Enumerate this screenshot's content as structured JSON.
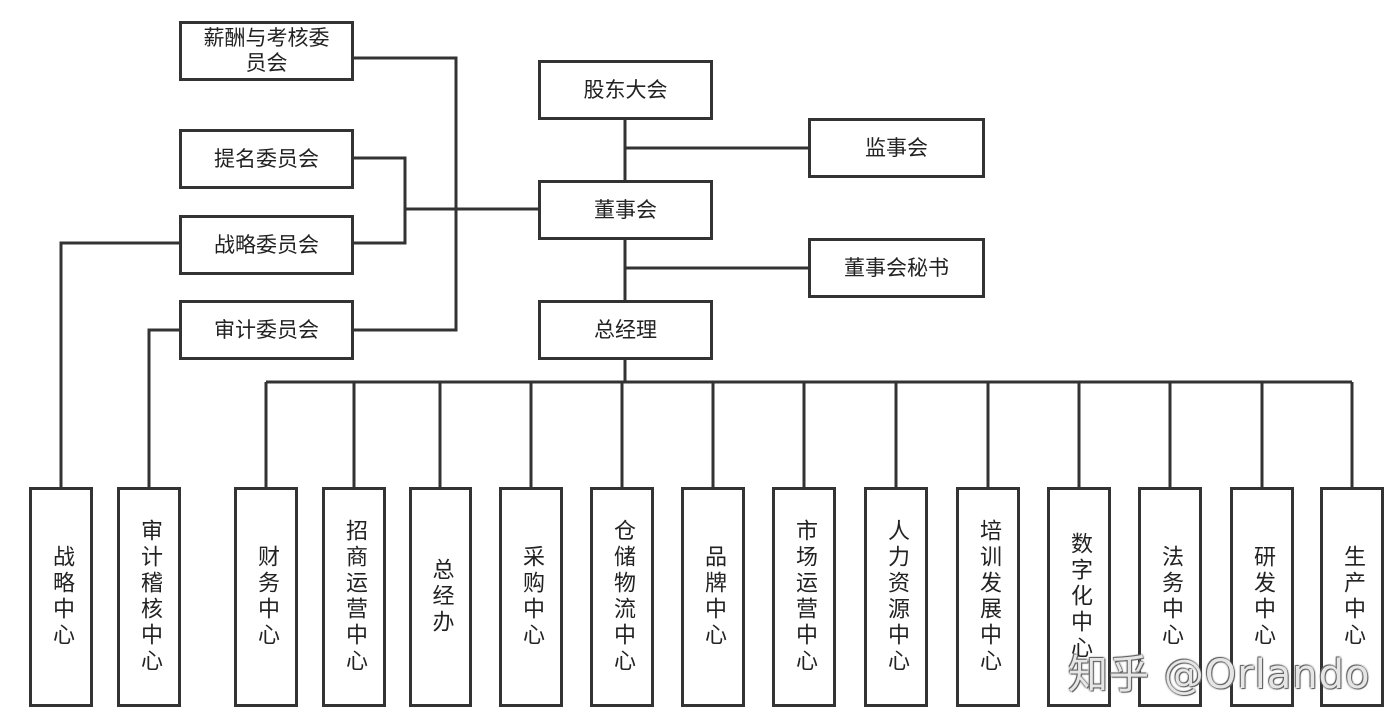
{
  "top": {
    "shareholders": "股东大会",
    "supervisors": "监事会",
    "board": "董事会",
    "board_secretary": "董事会秘书",
    "gm": "总经理"
  },
  "committees": {
    "compensation": "薪酬与考核委员会",
    "nomination": "提名委员会",
    "strategy": "战略委员会",
    "audit": "审计委员会"
  },
  "centers": [
    "战略中心",
    "审计稽核中心",
    "财务中心",
    "招商运营中心",
    "总经办",
    "采购中心",
    "仓储物流中心",
    "品牌中心",
    "市场运营中心",
    "人力资源中心",
    "培训发展中心",
    "数字化中心",
    "法务中心",
    "研发中心",
    "生产中心"
  ],
  "watermark": "知乎 @Orlando"
}
